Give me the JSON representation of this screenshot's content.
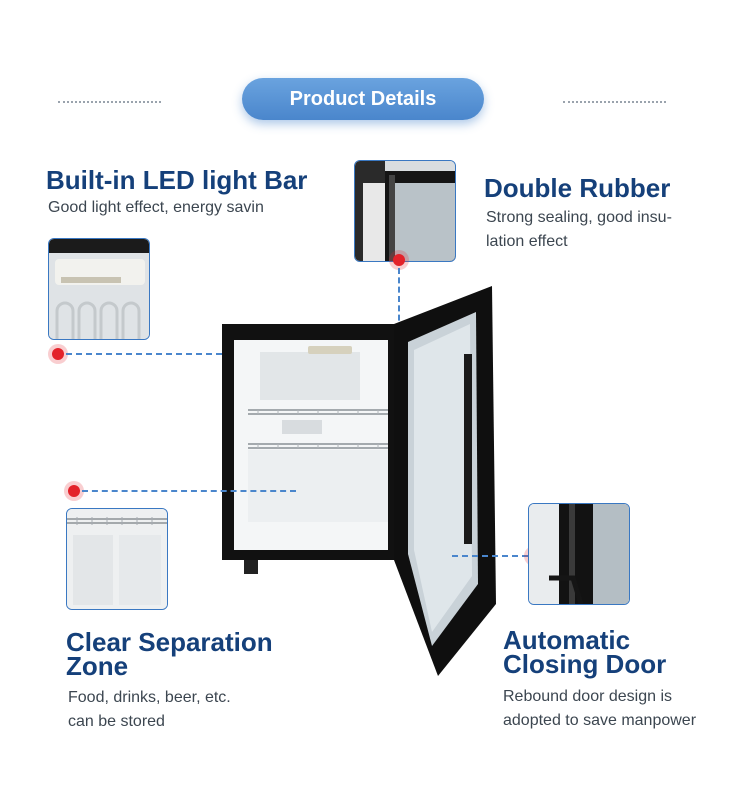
{
  "header": {
    "title": "Product Details"
  },
  "features": {
    "led": {
      "title": "Built-in LED light Bar",
      "desc": "Good light effect, energy savin"
    },
    "rubber": {
      "title": "Double Rubber",
      "desc_line1": "Strong sealing, good insu-",
      "desc_line2": "lation effect"
    },
    "zone": {
      "title_line1": "Clear Separation",
      "title_line2": "Zone",
      "desc_line1": "Food, drinks, beer, etc.",
      "desc_line2": "can be stored"
    },
    "door": {
      "title_line1": "Automatic",
      "title_line2": "Closing Door",
      "desc_line1": "Rebound door design is",
      "desc_line2": "adopted to save manpower"
    }
  },
  "colors": {
    "accent": "#4a86cc",
    "heading": "#15407a",
    "marker": "#e3222a"
  }
}
